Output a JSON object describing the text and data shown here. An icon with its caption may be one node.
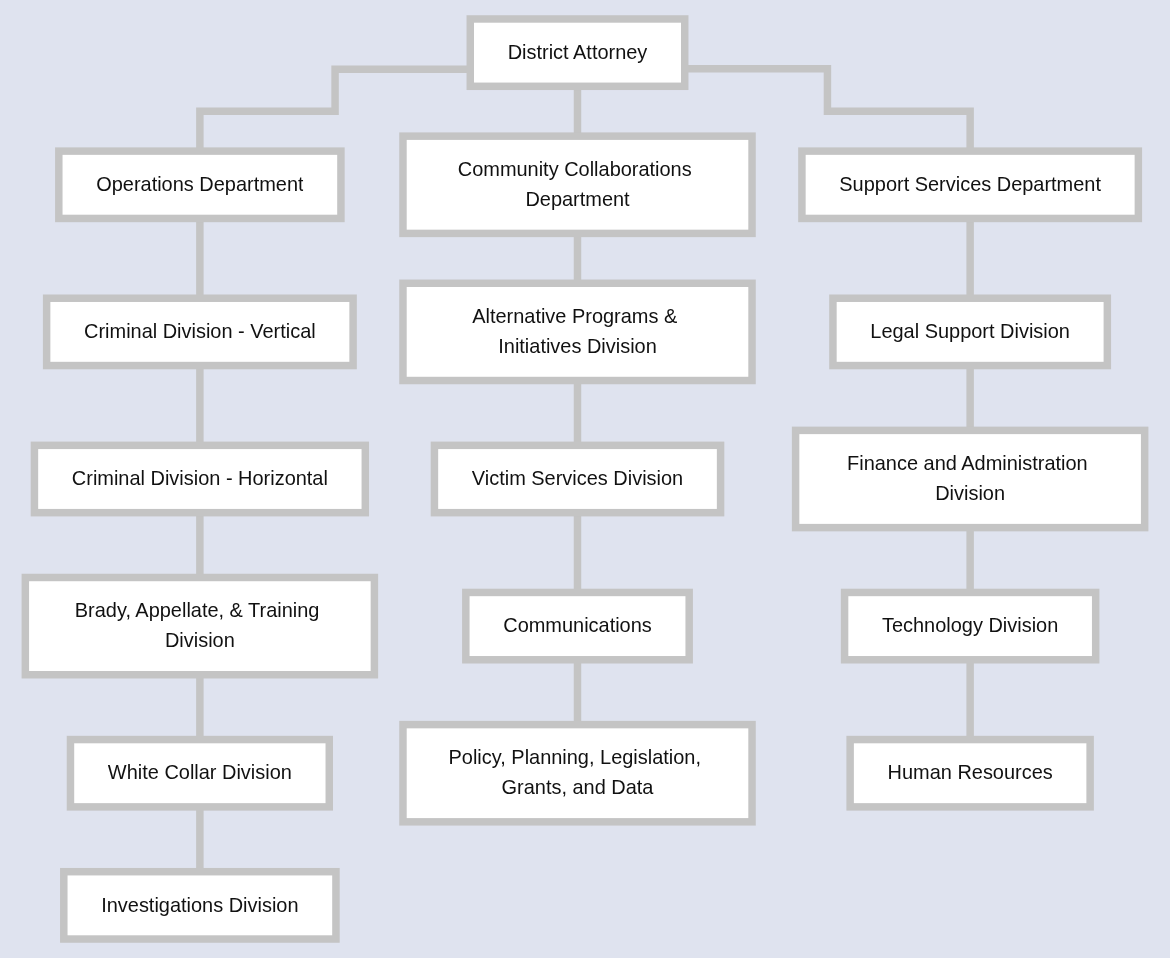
{
  "diagram": {
    "nodes": [
      {
        "text": [
          "District Attorney"
        ]
      },
      {
        "text": [
          "Operations Department"
        ]
      },
      {
        "text": [
          "Community Collaborations Department"
        ]
      },
      {
        "text": [
          "Support Services Department"
        ]
      },
      {
        "text": [
          "Criminal Division - Vertical"
        ]
      },
      {
        "text": [
          "Alternative Programs & Initiatives Division"
        ]
      },
      {
        "text": [
          "Legal Support Division"
        ]
      },
      {
        "text": [
          "Criminal Division - Horizontal"
        ]
      },
      {
        "text": [
          "Victim Services Division"
        ]
      },
      {
        "text": [
          "Finance and Administration Division"
        ]
      },
      {
        "text": [
          "Brady, Appellate, & Training Division"
        ]
      },
      {
        "text": [
          "Communications"
        ]
      },
      {
        "text": [
          "Technology Division"
        ]
      },
      {
        "text": [
          "White Collar Division"
        ]
      },
      {
        "text": [
          "Policy, Planning, Legislation, Grants, and Data"
        ]
      },
      {
        "text": [
          "Human Resources"
        ]
      },
      {
        "text": [
          "Investigations Division"
        ]
      }
    ],
    "edges": [
      {
        "from": 0,
        "to": 1,
        "arrow": "none"
      },
      {
        "from": 0,
        "to": 2,
        "arrow": "none"
      },
      {
        "from": 0,
        "to": 3,
        "arrow": "none"
      },
      {
        "from": 1,
        "to": 4,
        "arrow": "none"
      },
      {
        "from": 4,
        "to": 7,
        "arrow": "none"
      },
      {
        "from": 7,
        "to": 10,
        "arrow": "none"
      },
      {
        "from": 10,
        "to": 13,
        "arrow": "none"
      },
      {
        "from": 13,
        "to": 16,
        "arrow": "none"
      },
      {
        "from": 2,
        "to": 5,
        "arrow": "none"
      },
      {
        "from": 5,
        "to": 8,
        "arrow": "none"
      },
      {
        "from": 8,
        "to": 11,
        "arrow": "none"
      },
      {
        "from": 11,
        "to": 14,
        "arrow": "none"
      },
      {
        "from": 3,
        "to": 6,
        "arrow": "none"
      },
      {
        "from": 6,
        "to": 9,
        "arrow": "none"
      },
      {
        "from": 9,
        "to": 12,
        "arrow": "none"
      },
      {
        "from": 12,
        "to": 15,
        "arrow": "none"
      }
    ]
  }
}
